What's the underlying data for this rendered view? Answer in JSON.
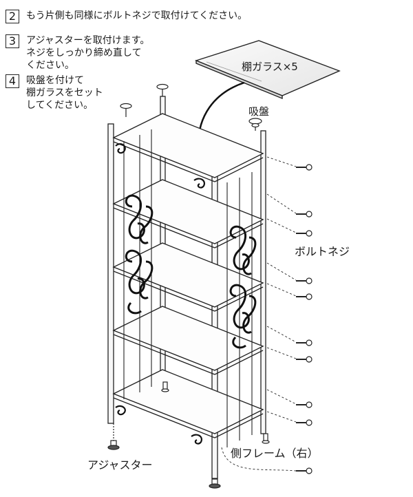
{
  "steps": [
    {
      "number": "2",
      "lines": [
        "もう片側も同様にボルトネジで取付けてください。"
      ]
    },
    {
      "number": "3",
      "lines": [
        "アジャスターを取付けます。",
        "ネジをしっかり締め直して",
        "ください。"
      ]
    },
    {
      "number": "4",
      "lines": [
        "吸盤を付けて",
        "棚ガラスをセット",
        "してください。"
      ]
    }
  ],
  "labels": {
    "glass_shelf": "棚ガラス×5",
    "suction_cup": "吸盤",
    "bolt_screw": "ボルトネジ",
    "adjuster": "アジャスター",
    "side_frame": "側フレーム（右）"
  },
  "colors": {
    "line": "#222222",
    "frame_fill": "#f7f7f7"
  }
}
